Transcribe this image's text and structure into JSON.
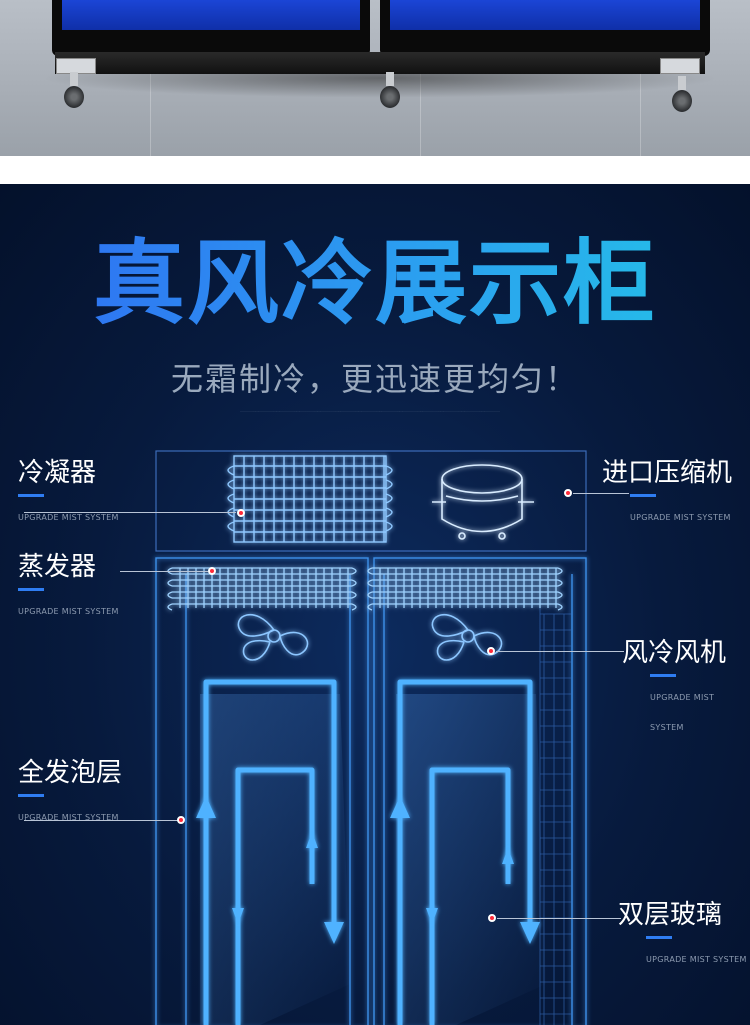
{
  "headline": "真风冷展示柜",
  "subtitle": "无霜制冷，更迅速更均匀！",
  "colors": {
    "panel_bg": "#071a3d",
    "accent_blue": "#2f7df2",
    "headline_start": "#2f6cf2",
    "headline_end": "#24c3e6",
    "callout_dot": "#ff2b3a",
    "wireframe": "#3fa2ff"
  },
  "callouts": [
    {
      "label": "冷凝器",
      "tag": "UPGRADE MIST SYSTEM"
    },
    {
      "label": "进口压缩机",
      "tag": "UPGRADE MIST SYSTEM"
    },
    {
      "label": "蒸发器",
      "tag": "UPGRADE MIST SYSTEM"
    },
    {
      "label": "风冷风机",
      "tag": "UPGRADE MIST SYSTEM"
    },
    {
      "label": "全发泡层",
      "tag": "UPGRADE MIST SYSTEM"
    },
    {
      "label": "双层玻璃",
      "tag": "UPGRADE MIST SYSTEM"
    }
  ],
  "icons": [
    "condenser-coil-icon",
    "compressor-icon",
    "evaporator-coil-icon",
    "fan-icon",
    "airflow-arrow-icon"
  ]
}
